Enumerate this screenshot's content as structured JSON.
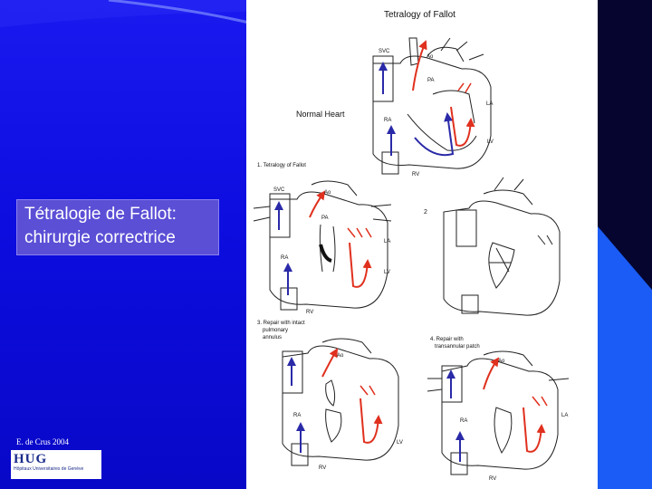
{
  "slide": {
    "title_line1": "Tétralogie de Fallot:",
    "title_line2": "chirurgie correctrice",
    "credit": "E. de Crus 2004",
    "logo_text": "HUG",
    "logo_subtext": "Hôpitaux Universitaires de Genève"
  },
  "figure": {
    "heading": "Tetralogy of Fallot",
    "normal_heart_label": "Normal Heart",
    "panel_1": "1. Tetralogy of Fallot",
    "panel_2": "2",
    "panel_3_line1": "3. Repair with intact",
    "panel_3_line2": "pulmonary",
    "panel_3_line3": "annulus",
    "panel_4_line1": "4. Repair with",
    "panel_4_line2": "transannular patch",
    "labels": {
      "svc": "SVC",
      "ao": "Ao",
      "pa": "PA",
      "la": "LA",
      "ra": "RA",
      "lv": "LV",
      "rv": "RV"
    }
  },
  "colors": {
    "background": "#0d0de0",
    "title_box": "#5b4fd6",
    "oxygenated_arrow": "#e0301e",
    "deoxygenated_arrow": "#2a2aa8"
  }
}
